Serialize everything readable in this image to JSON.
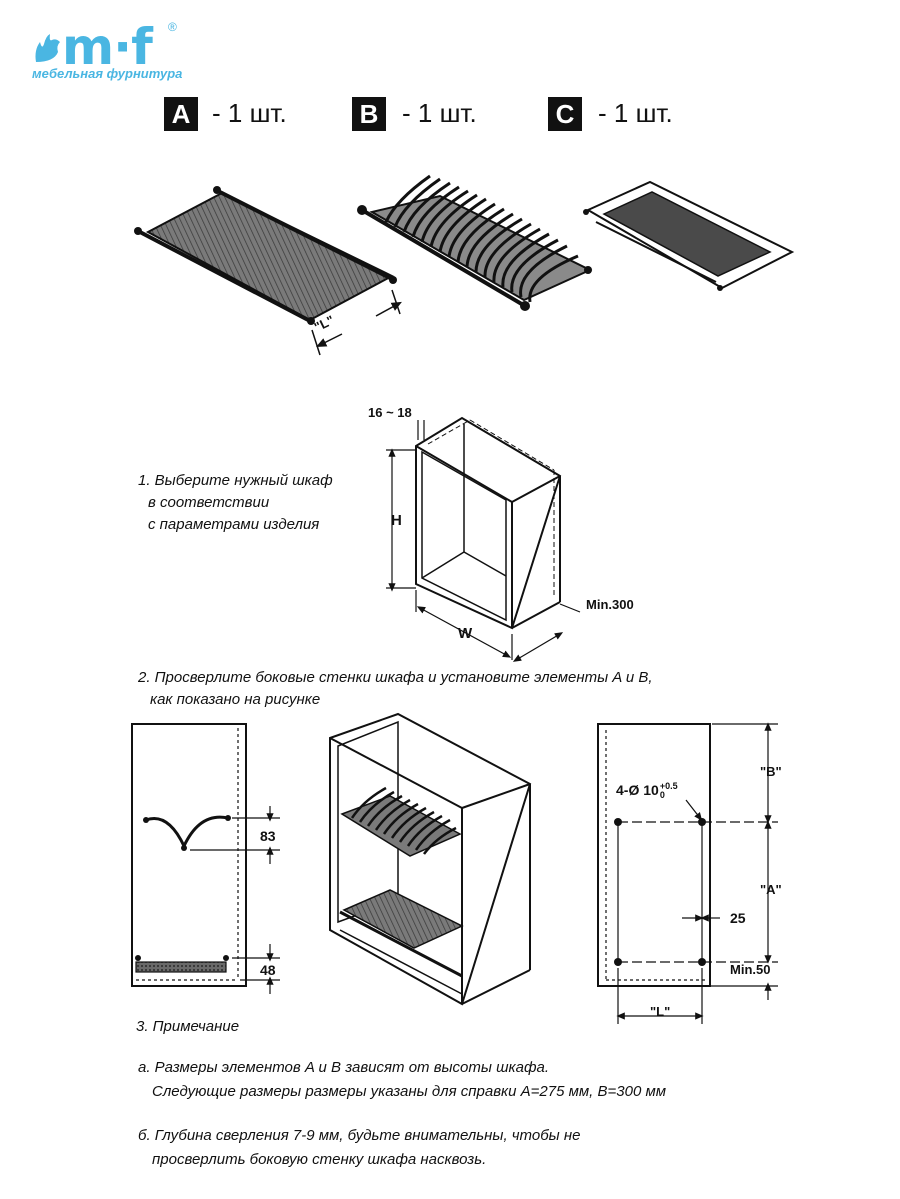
{
  "brand": {
    "name": "m·f",
    "registered": "®",
    "tagline": "мебельная фурнитура"
  },
  "parts": [
    {
      "letter": "A",
      "qty": "- 1 шт."
    },
    {
      "letter": "B",
      "qty": "- 1 шт."
    },
    {
      "letter": "C",
      "qty": "- 1 шт."
    }
  ],
  "top_dim": {
    "l_label": "\"L\""
  },
  "cabinet_dims": {
    "thickness": "16 ~ 18",
    "height": "H",
    "width": "W",
    "depth": "Min.300"
  },
  "steps": {
    "step1": [
      "1. Выберите нужный шкаф",
      "в соответствии",
      "с параметрами изделия"
    ],
    "step2": [
      "2. Просверлите боковые стенки шкафа и установите элементы A и B,",
      "как показано на рисунке"
    ],
    "step3": "3. Примечание"
  },
  "side_dims": {
    "upper": "83",
    "lower": "48"
  },
  "hole_dims": {
    "b_label": "\"B\"",
    "a_label": "\"A\"",
    "holes": "4-Ø 10",
    "tol_upper": "+0.5",
    "tol_lower": "0",
    "offset": "25",
    "min_bottom": "Min.50",
    "l_label": "\"L\""
  },
  "notes": {
    "a": [
      "а. Размеры элементов A и B зависят от высоты шкафа.",
      "Следующие размеры размеры указаны для справки A=275 мм, B=300 мм"
    ],
    "b": [
      "б. Глубина сверления 7-9 мм, будьте внимательны, чтобы не",
      "просверлить боковую стенку шкафа насквозь."
    ]
  },
  "colors": {
    "brand": "#4ab6e2",
    "ink": "#111111",
    "mesh": "#555555"
  }
}
